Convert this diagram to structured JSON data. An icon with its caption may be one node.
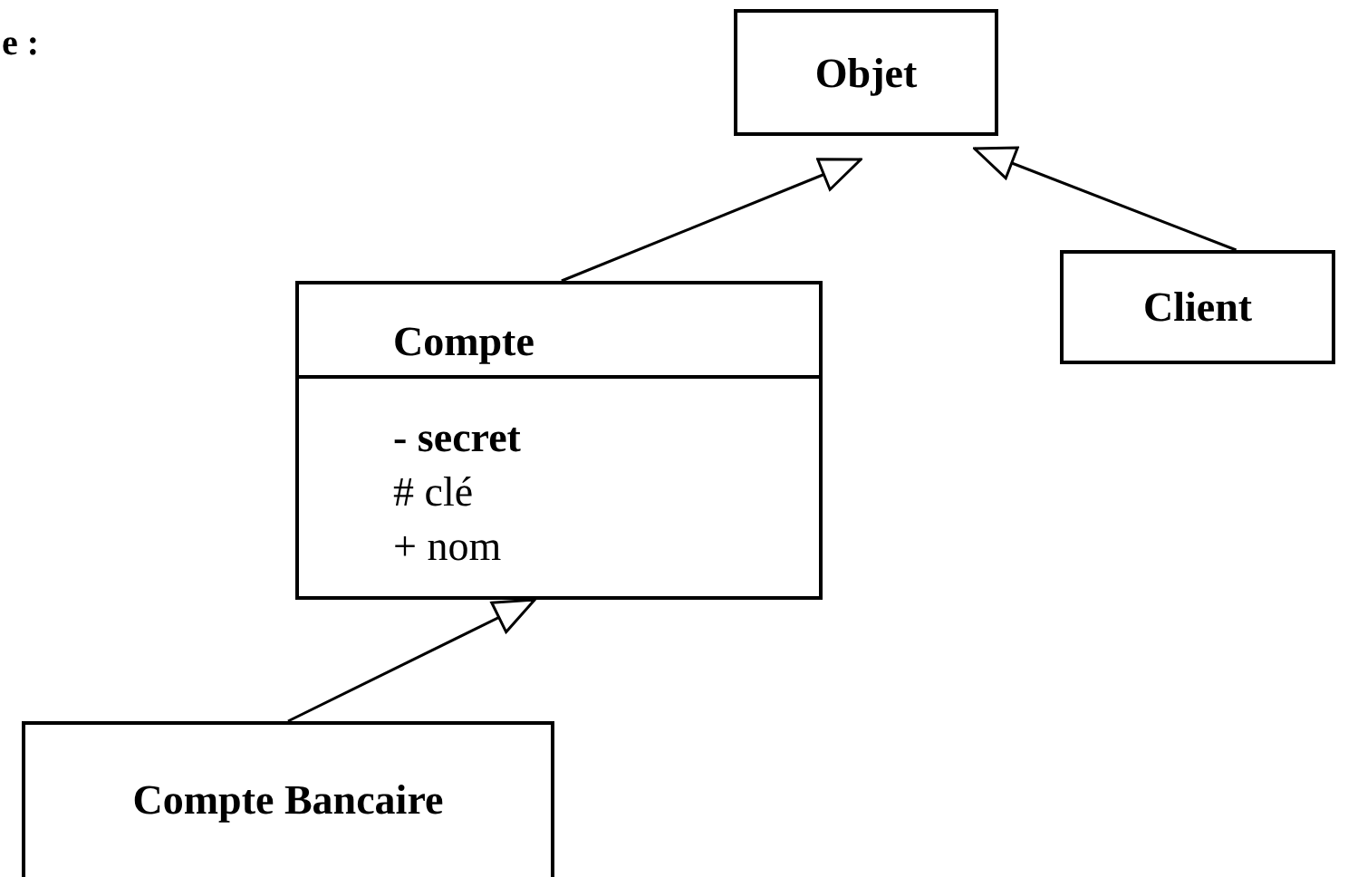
{
  "diagram": {
    "nodes": [
      {
        "text": [
          "Objet"
        ]
      },
      {
        "text": [
          "Client"
        ]
      },
      {
        "text": [
          "Compte",
          "**- secret**",
          "# clé",
          "+ nom"
        ]
      },
      {
        "text": [
          "Compte Bancaire"
        ]
      }
    ],
    "edges": [
      {
        "from": 2,
        "to": 0,
        "arrow": "to"
      },
      {
        "from": 1,
        "to": 0,
        "arrow": "to"
      },
      {
        "from": 3,
        "to": 2,
        "arrow": "to"
      }
    ],
    "labels": [
      "e :"
    ]
  }
}
